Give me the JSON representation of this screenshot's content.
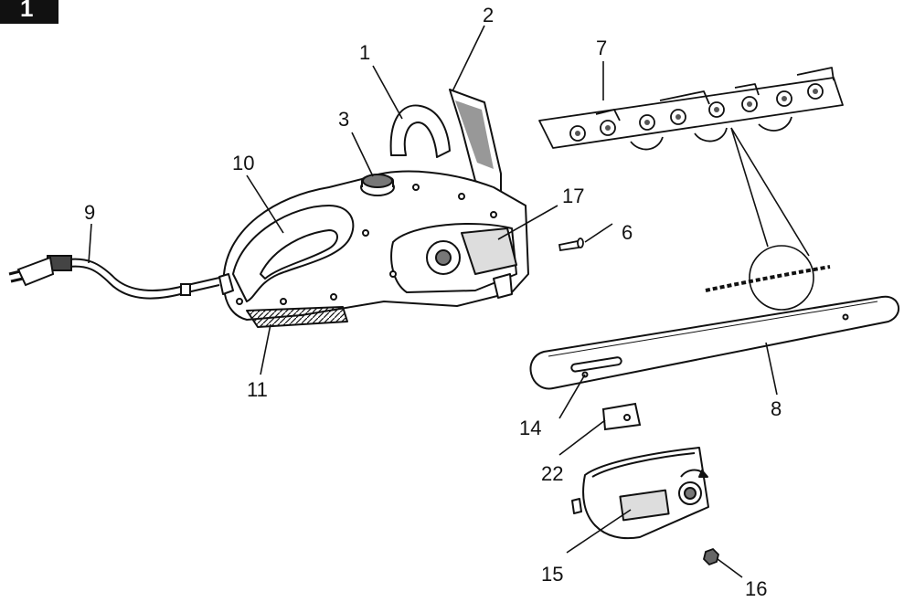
{
  "figure": {
    "number": "1",
    "part_numbers": [
      "1",
      "2",
      "3",
      "10",
      "9",
      "17",
      "6",
      "7",
      "8",
      "11",
      "14",
      "22",
      "15",
      "16"
    ]
  },
  "colors": {
    "ink": "#111111",
    "paper": "#ffffff",
    "figure_badge": "#111111",
    "shade": "#cfcfcf"
  }
}
